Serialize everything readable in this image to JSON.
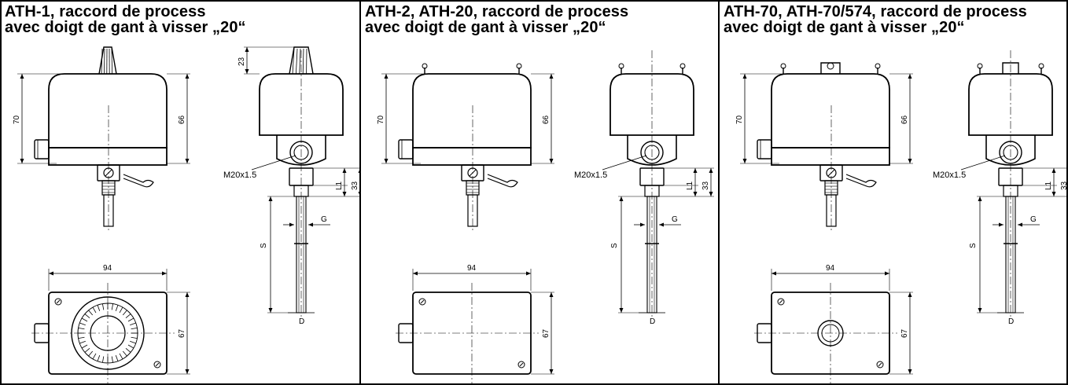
{
  "panels": [
    {
      "title_line1": "ATH-1, raccord de process",
      "title_line2": "avec doigt de gant à visser „20“",
      "variant": "dial-knob",
      "dims": {
        "height_total": "70",
        "height_body": "66",
        "knob": "23",
        "width": "94",
        "depth": "67",
        "thread": "M20x1.5",
        "insert": "L1",
        "insert_len": "33",
        "stem": "S",
        "gland": "G",
        "diameter": "D"
      }
    },
    {
      "title_line1": "ATH-2, ATH-20, raccord de process",
      "title_line2": "avec doigt de gant à visser „20“",
      "variant": "sealed-cover",
      "dims": {
        "height_total": "70",
        "height_body": "66",
        "width": "94",
        "depth": "67",
        "thread": "M20x1.5",
        "insert": "L1",
        "insert_len": "33",
        "stem": "S",
        "gland": "G",
        "diameter": "D"
      }
    },
    {
      "title_line1": "ATH-70, ATH-70/574, raccord de process",
      "title_line2": "avec doigt de gant à visser „20“",
      "variant": "reset-button",
      "dims": {
        "height_total": "70",
        "height_body": "66",
        "width": "94",
        "depth": "67",
        "thread": "M20x1.5",
        "insert": "L1",
        "insert_len": "33",
        "stem": "S",
        "gland": "G",
        "diameter": "D"
      }
    }
  ]
}
